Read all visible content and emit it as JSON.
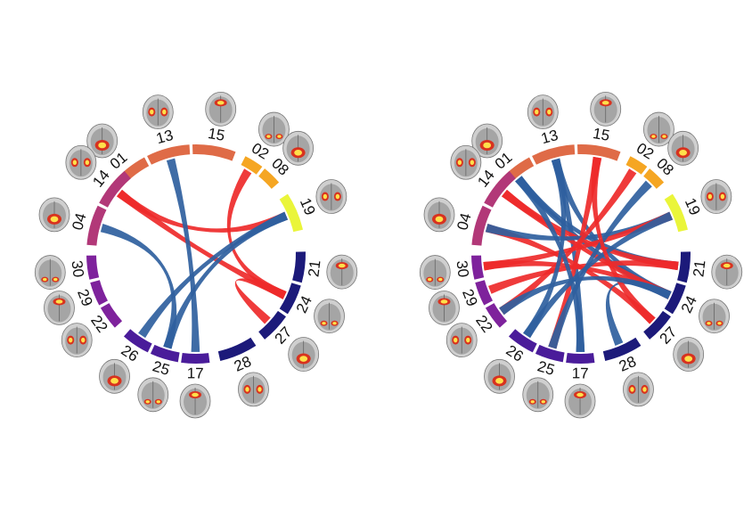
{
  "panels": [
    {
      "id": "left",
      "segments": [
        {
          "labels": [
            "01",
            "13",
            "15"
          ],
          "color": "#df6b47"
        },
        {
          "labels": [
            "02",
            "08"
          ],
          "color": "#f5a623"
        },
        {
          "labels": [
            "19"
          ],
          "color": "#eaf53a"
        },
        {
          "labels": [
            "21",
            "24",
            "27"
          ],
          "color": "#1c1a7a"
        },
        {
          "labels": [
            "28"
          ],
          "color": "#1c1a7a"
        },
        {
          "labels": [
            "17",
            "25",
            "26"
          ],
          "color": "#4a1c9a"
        },
        {
          "labels": [
            "22",
            "29",
            "30"
          ],
          "color": "#7e229c"
        },
        {
          "labels": [
            "04",
            "14"
          ],
          "color": "#b23878"
        }
      ],
      "links": [
        {
          "from": "14",
          "to": "19",
          "color": "red"
        },
        {
          "from": "14",
          "to": "24",
          "color": "red"
        },
        {
          "from": "13",
          "to": "17",
          "color": "blue"
        },
        {
          "from": "04",
          "to": "25",
          "color": "blue"
        },
        {
          "from": "02",
          "to": "24",
          "color": "red"
        },
        {
          "from": "19",
          "to": "26",
          "color": "blue"
        },
        {
          "from": "19",
          "to": "25",
          "color": "blue"
        },
        {
          "from": "24",
          "to": "27",
          "color": "red"
        }
      ]
    },
    {
      "id": "right",
      "segments": [
        {
          "labels": [
            "01",
            "13",
            "15"
          ],
          "color": "#df6b47"
        },
        {
          "labels": [
            "02",
            "08"
          ],
          "color": "#f5a623"
        },
        {
          "labels": [
            "19"
          ],
          "color": "#eaf53a"
        },
        {
          "labels": [
            "21",
            "24",
            "27"
          ],
          "color": "#1c1a7a"
        },
        {
          "labels": [
            "28"
          ],
          "color": "#1c1a7a"
        },
        {
          "labels": [
            "17",
            "25",
            "26"
          ],
          "color": "#4a1c9a"
        },
        {
          "labels": [
            "22",
            "29",
            "30"
          ],
          "color": "#7e229c"
        },
        {
          "labels": [
            "04",
            "14"
          ],
          "color": "#b23878"
        }
      ],
      "links": [
        {
          "from": "01",
          "to": "24",
          "color": "blue"
        },
        {
          "from": "01",
          "to": "21",
          "color": "blue"
        },
        {
          "from": "13",
          "to": "24",
          "color": "blue"
        },
        {
          "from": "13",
          "to": "17",
          "color": "blue"
        },
        {
          "from": "15",
          "to": "25",
          "color": "red"
        },
        {
          "from": "14",
          "to": "24",
          "color": "red"
        },
        {
          "from": "14",
          "to": "21",
          "color": "red"
        },
        {
          "from": "04",
          "to": "27",
          "color": "red"
        },
        {
          "from": "04",
          "to": "19",
          "color": "blue"
        },
        {
          "from": "30",
          "to": "19",
          "color": "red"
        },
        {
          "from": "30",
          "to": "24",
          "color": "red"
        },
        {
          "from": "29",
          "to": "21",
          "color": "red"
        },
        {
          "from": "22",
          "to": "02",
          "color": "red"
        },
        {
          "from": "26",
          "to": "19",
          "color": "blue"
        },
        {
          "from": "25",
          "to": "08",
          "color": "blue"
        },
        {
          "from": "17",
          "to": "01",
          "color": "blue"
        },
        {
          "from": "28",
          "to": "24",
          "color": "blue"
        },
        {
          "from": "27",
          "to": "15",
          "color": "red"
        },
        {
          "from": "26",
          "to": "13",
          "color": "blue"
        },
        {
          "from": "22",
          "to": "24",
          "color": "blue"
        }
      ]
    }
  ],
  "link_colors": {
    "red": "#ee2a2a",
    "blue": "#2f5f9e"
  },
  "brain_colors": {
    "tissue": "#9a9a9a",
    "tissue_light": "#cfcfcf",
    "hot_outer": "#d8321f",
    "hot_inner": "#ffe04a"
  }
}
